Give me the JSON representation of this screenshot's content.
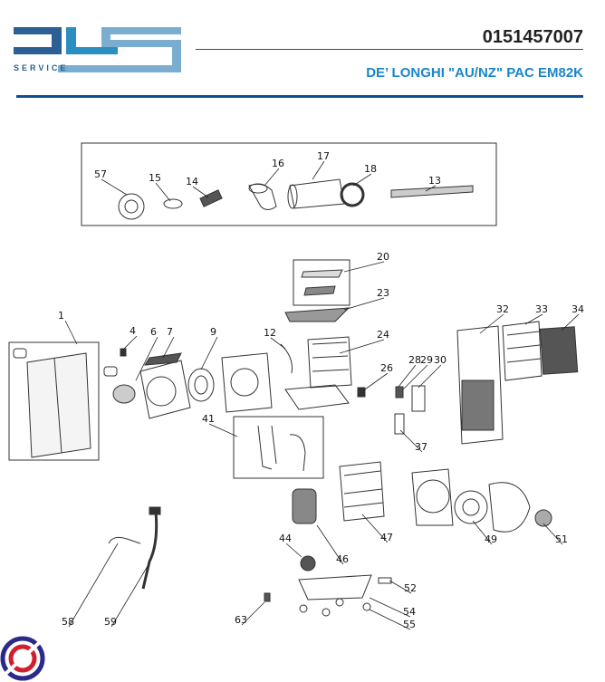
{
  "header": {
    "logo_text": "DLS",
    "logo_sub": "SERVICE",
    "part_code": "0151457007",
    "model": "DE’ LONGHI \"AU/NZ\" PAC EM82K"
  },
  "diagram": {
    "labels": [
      "57",
      "15",
      "14",
      "16",
      "17",
      "18",
      "13",
      "20",
      "23",
      "1",
      "4",
      "6",
      "7",
      "9",
      "12",
      "24",
      "26",
      "28",
      "29",
      "30",
      "32",
      "33",
      "34",
      "41",
      "37",
      "44",
      "46",
      "47",
      "49",
      "51",
      "52",
      "54",
      "55",
      "58",
      "59",
      "63"
    ]
  },
  "colors": {
    "accent": "#1a86c8",
    "logo_dark": "#2c5f93",
    "logo_mid": "#2a8fc0",
    "logo_light": "#7aadd0",
    "rule": "#0d4f94"
  }
}
